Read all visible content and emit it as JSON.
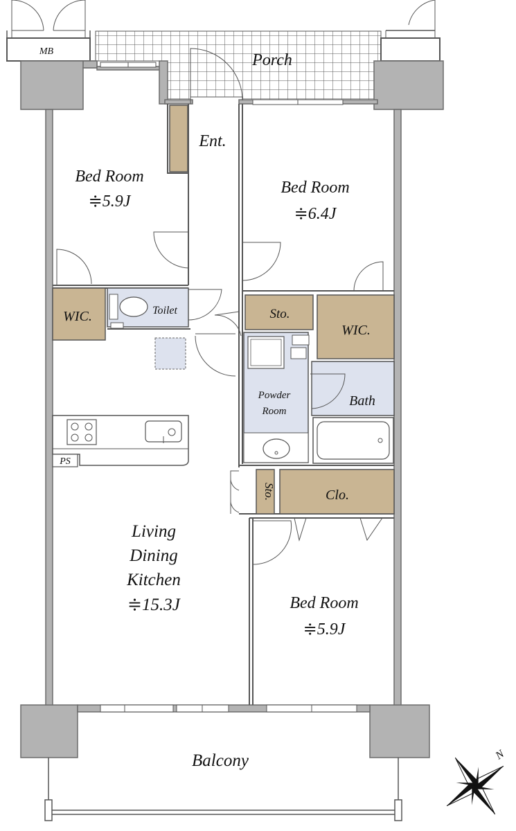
{
  "rooms": {
    "mb": "MB",
    "porch": "Porch",
    "entrance": "Ent.",
    "bed_nw": {
      "name": "Bed Room",
      "size": "≑5.9J"
    },
    "bed_ne": {
      "name": "Bed Room",
      "size": "≑6.4J"
    },
    "wic_w": "WIC.",
    "toilet": "Toilet",
    "sto_top": "Sto.",
    "wic_e": "WIC.",
    "powder": {
      "line1": "Powder",
      "line2": "Room"
    },
    "bath": "Bath",
    "ps": "PS",
    "sto_small": "Sto.",
    "closet": "Clo.",
    "ldk": {
      "line1": "Living",
      "line2": "Dining",
      "line3": "Kitchen",
      "size": "≑15.3J"
    },
    "bed_se": {
      "name": "Bed Room",
      "size": "≑5.9J"
    },
    "balcony": "Balcony"
  },
  "compass": {
    "north": "N"
  },
  "colors": {
    "wall": "#b3b3b3",
    "wall_edge": "#6b6b6b",
    "storage": "#c9b593",
    "wet_area": "#dde2ee",
    "line": "#555555"
  }
}
